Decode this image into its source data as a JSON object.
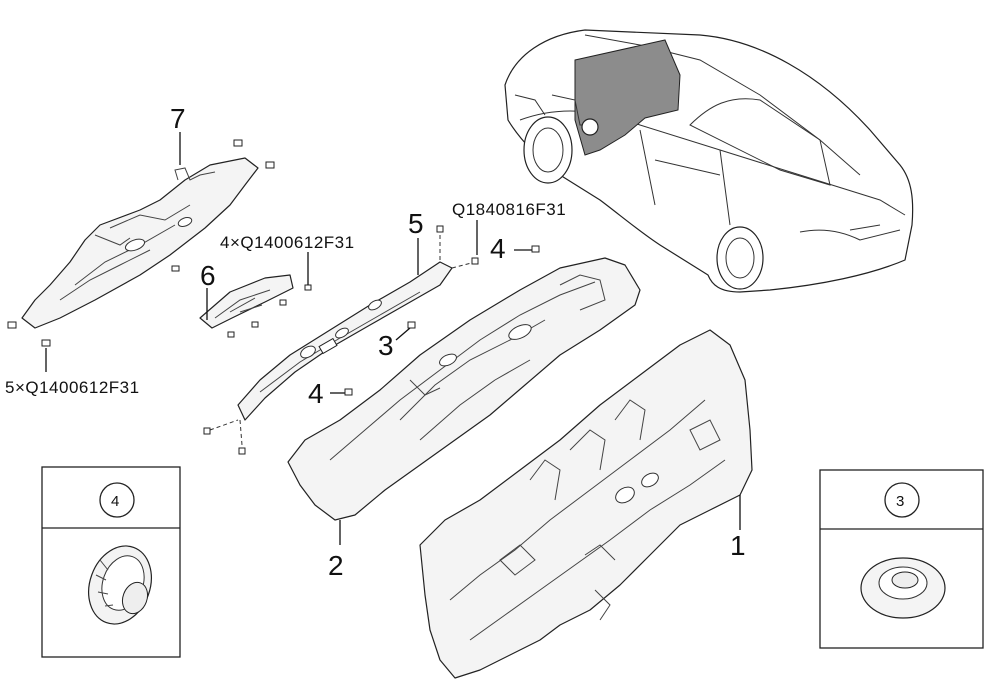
{
  "callouts": {
    "c1": "1",
    "c2": "2",
    "c3": "3",
    "c4a": "4",
    "c4b": "4",
    "c5": "5",
    "c6": "6",
    "c7": "7"
  },
  "part_numbers": {
    "q1840816": "Q1840816F31",
    "q1400612_x4": "4×Q1400612F31",
    "q1400612_x5": "5×Q1400612F31"
  },
  "detail_boxes": [
    {
      "label": "4"
    },
    {
      "label": "3"
    }
  ],
  "colors": {
    "line": "#222222",
    "part_fill": "#f4f4f4",
    "highlight_fill": "#8c8c8c"
  },
  "icons": [
    "push-clip-icon",
    "grommet-icon",
    "bolt-icon"
  ]
}
